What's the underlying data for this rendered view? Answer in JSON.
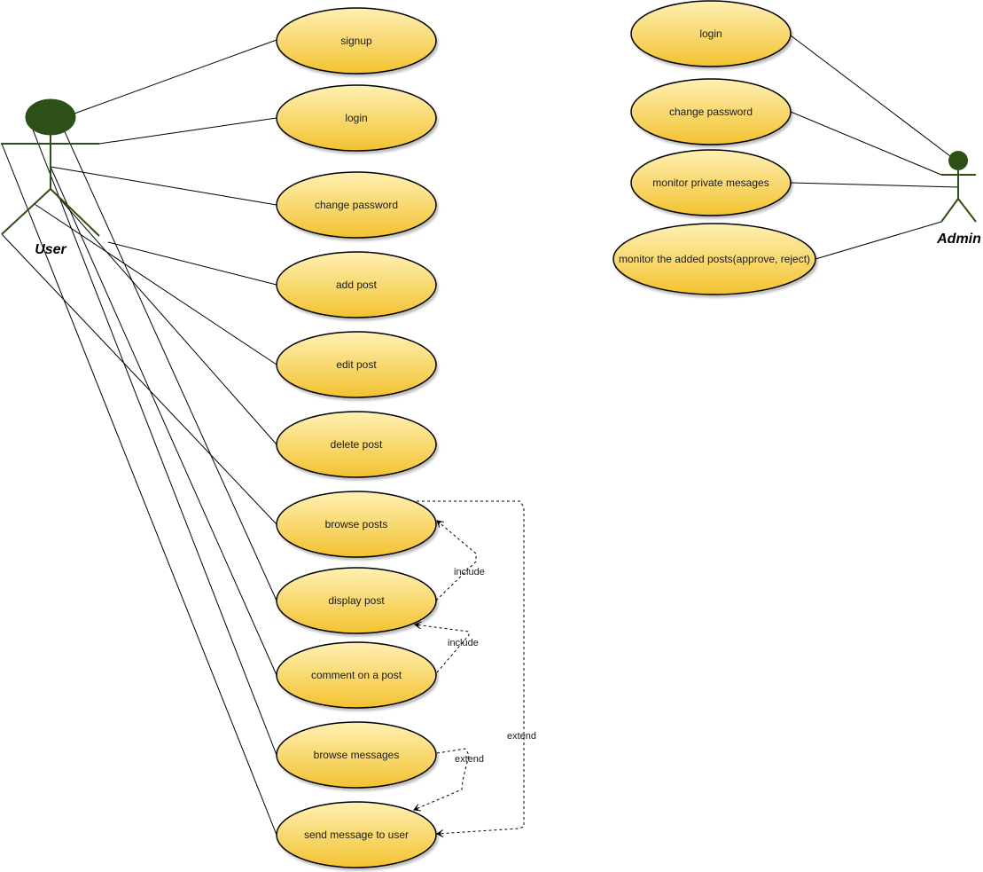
{
  "diagram": {
    "type": "use-case",
    "colors": {
      "usecase_fill_top": "#fff0b3",
      "usecase_fill_bottom": "#f2c230",
      "usecase_stroke": "#000000",
      "actor": "#2d5016",
      "line": "#000000"
    },
    "actors": [
      {
        "id": "user",
        "label": "User"
      },
      {
        "id": "admin",
        "label": "Admin"
      }
    ],
    "user_use_cases": [
      {
        "id": "u-signup",
        "label": "signup"
      },
      {
        "id": "u-login",
        "label": "login"
      },
      {
        "id": "u-change-password",
        "label": "change password"
      },
      {
        "id": "u-add-post",
        "label": "add post"
      },
      {
        "id": "u-edit-post",
        "label": "edit post"
      },
      {
        "id": "u-delete-post",
        "label": "delete post"
      },
      {
        "id": "u-browse-posts",
        "label": "browse posts"
      },
      {
        "id": "u-display-post",
        "label": "display post"
      },
      {
        "id": "u-comment",
        "label": "comment on a post"
      },
      {
        "id": "u-browse-messages",
        "label": "browse messages"
      },
      {
        "id": "u-send-message",
        "label": "send message to user"
      }
    ],
    "admin_use_cases": [
      {
        "id": "a-login",
        "label": "login"
      },
      {
        "id": "a-change-password",
        "label": "change password"
      },
      {
        "id": "a-monitor-messages",
        "label": "monitor private mesages"
      },
      {
        "id": "a-monitor-posts",
        "label": "monitor the added posts(approve, reject)"
      }
    ],
    "relationships": [
      {
        "from": "u-display-post",
        "to": "u-browse-posts",
        "label": "include"
      },
      {
        "from": "u-comment",
        "to": "u-display-post",
        "label": "include"
      },
      {
        "from": "u-browse-messages",
        "to": "u-send-message",
        "label": "extend"
      },
      {
        "from": "u-browse-posts",
        "to": "u-send-message",
        "label": "extend"
      }
    ]
  }
}
